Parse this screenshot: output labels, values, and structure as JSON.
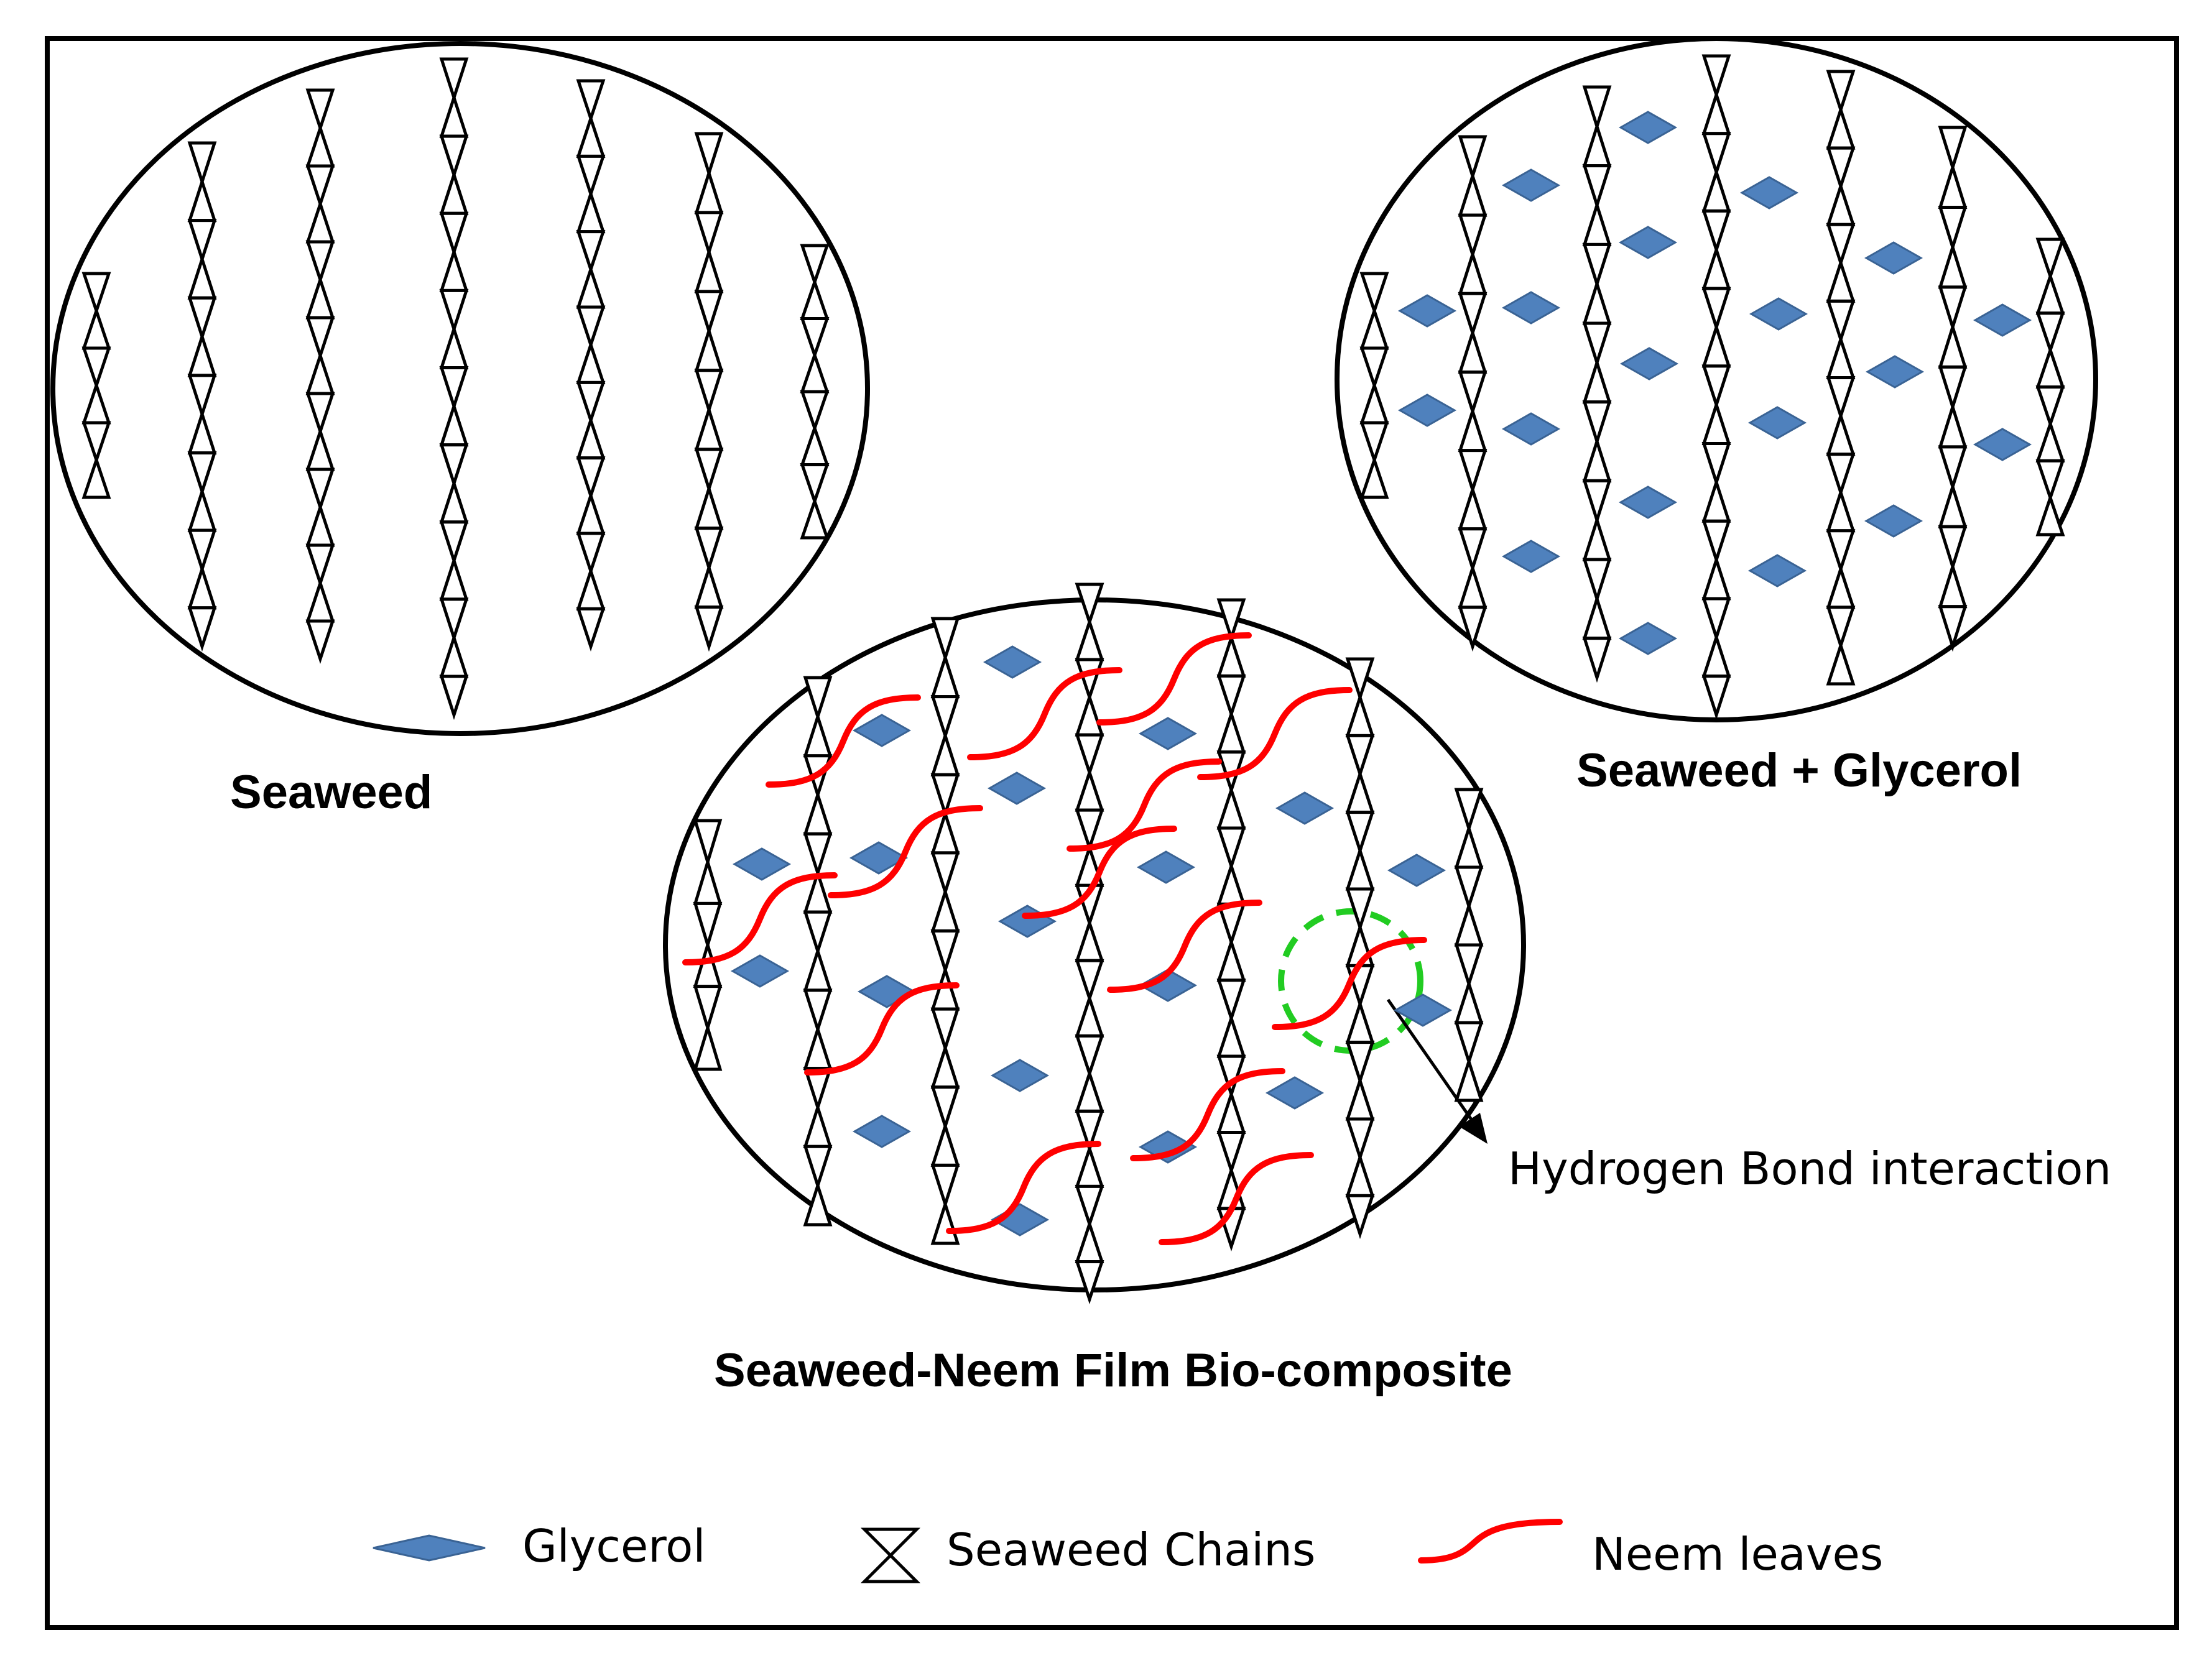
{
  "labels": {
    "seaweed": "Seaweed",
    "seaweed_glycerol": "Seaweed + Glycerol",
    "composite": "Seaweed-Neem Film Bio-composite",
    "hydrogen_bond": "Hydrogen Bond interaction"
  },
  "legend": {
    "glycerol": "Glycerol",
    "seaweed_chains": "Seaweed Chains",
    "neem_leaves": "Neem leaves"
  },
  "colors": {
    "glycerol": "#4f81bd",
    "neem": "#ff0000",
    "hydrogen_bond_marker": "#22cc22",
    "chain": "#000000"
  },
  "icons": {
    "glycerol": "blue-diamond",
    "seaweed_chain": "hourglass",
    "neem_leaf": "red-s-curve",
    "hydrogen_bond": "dashed-green-circle"
  }
}
